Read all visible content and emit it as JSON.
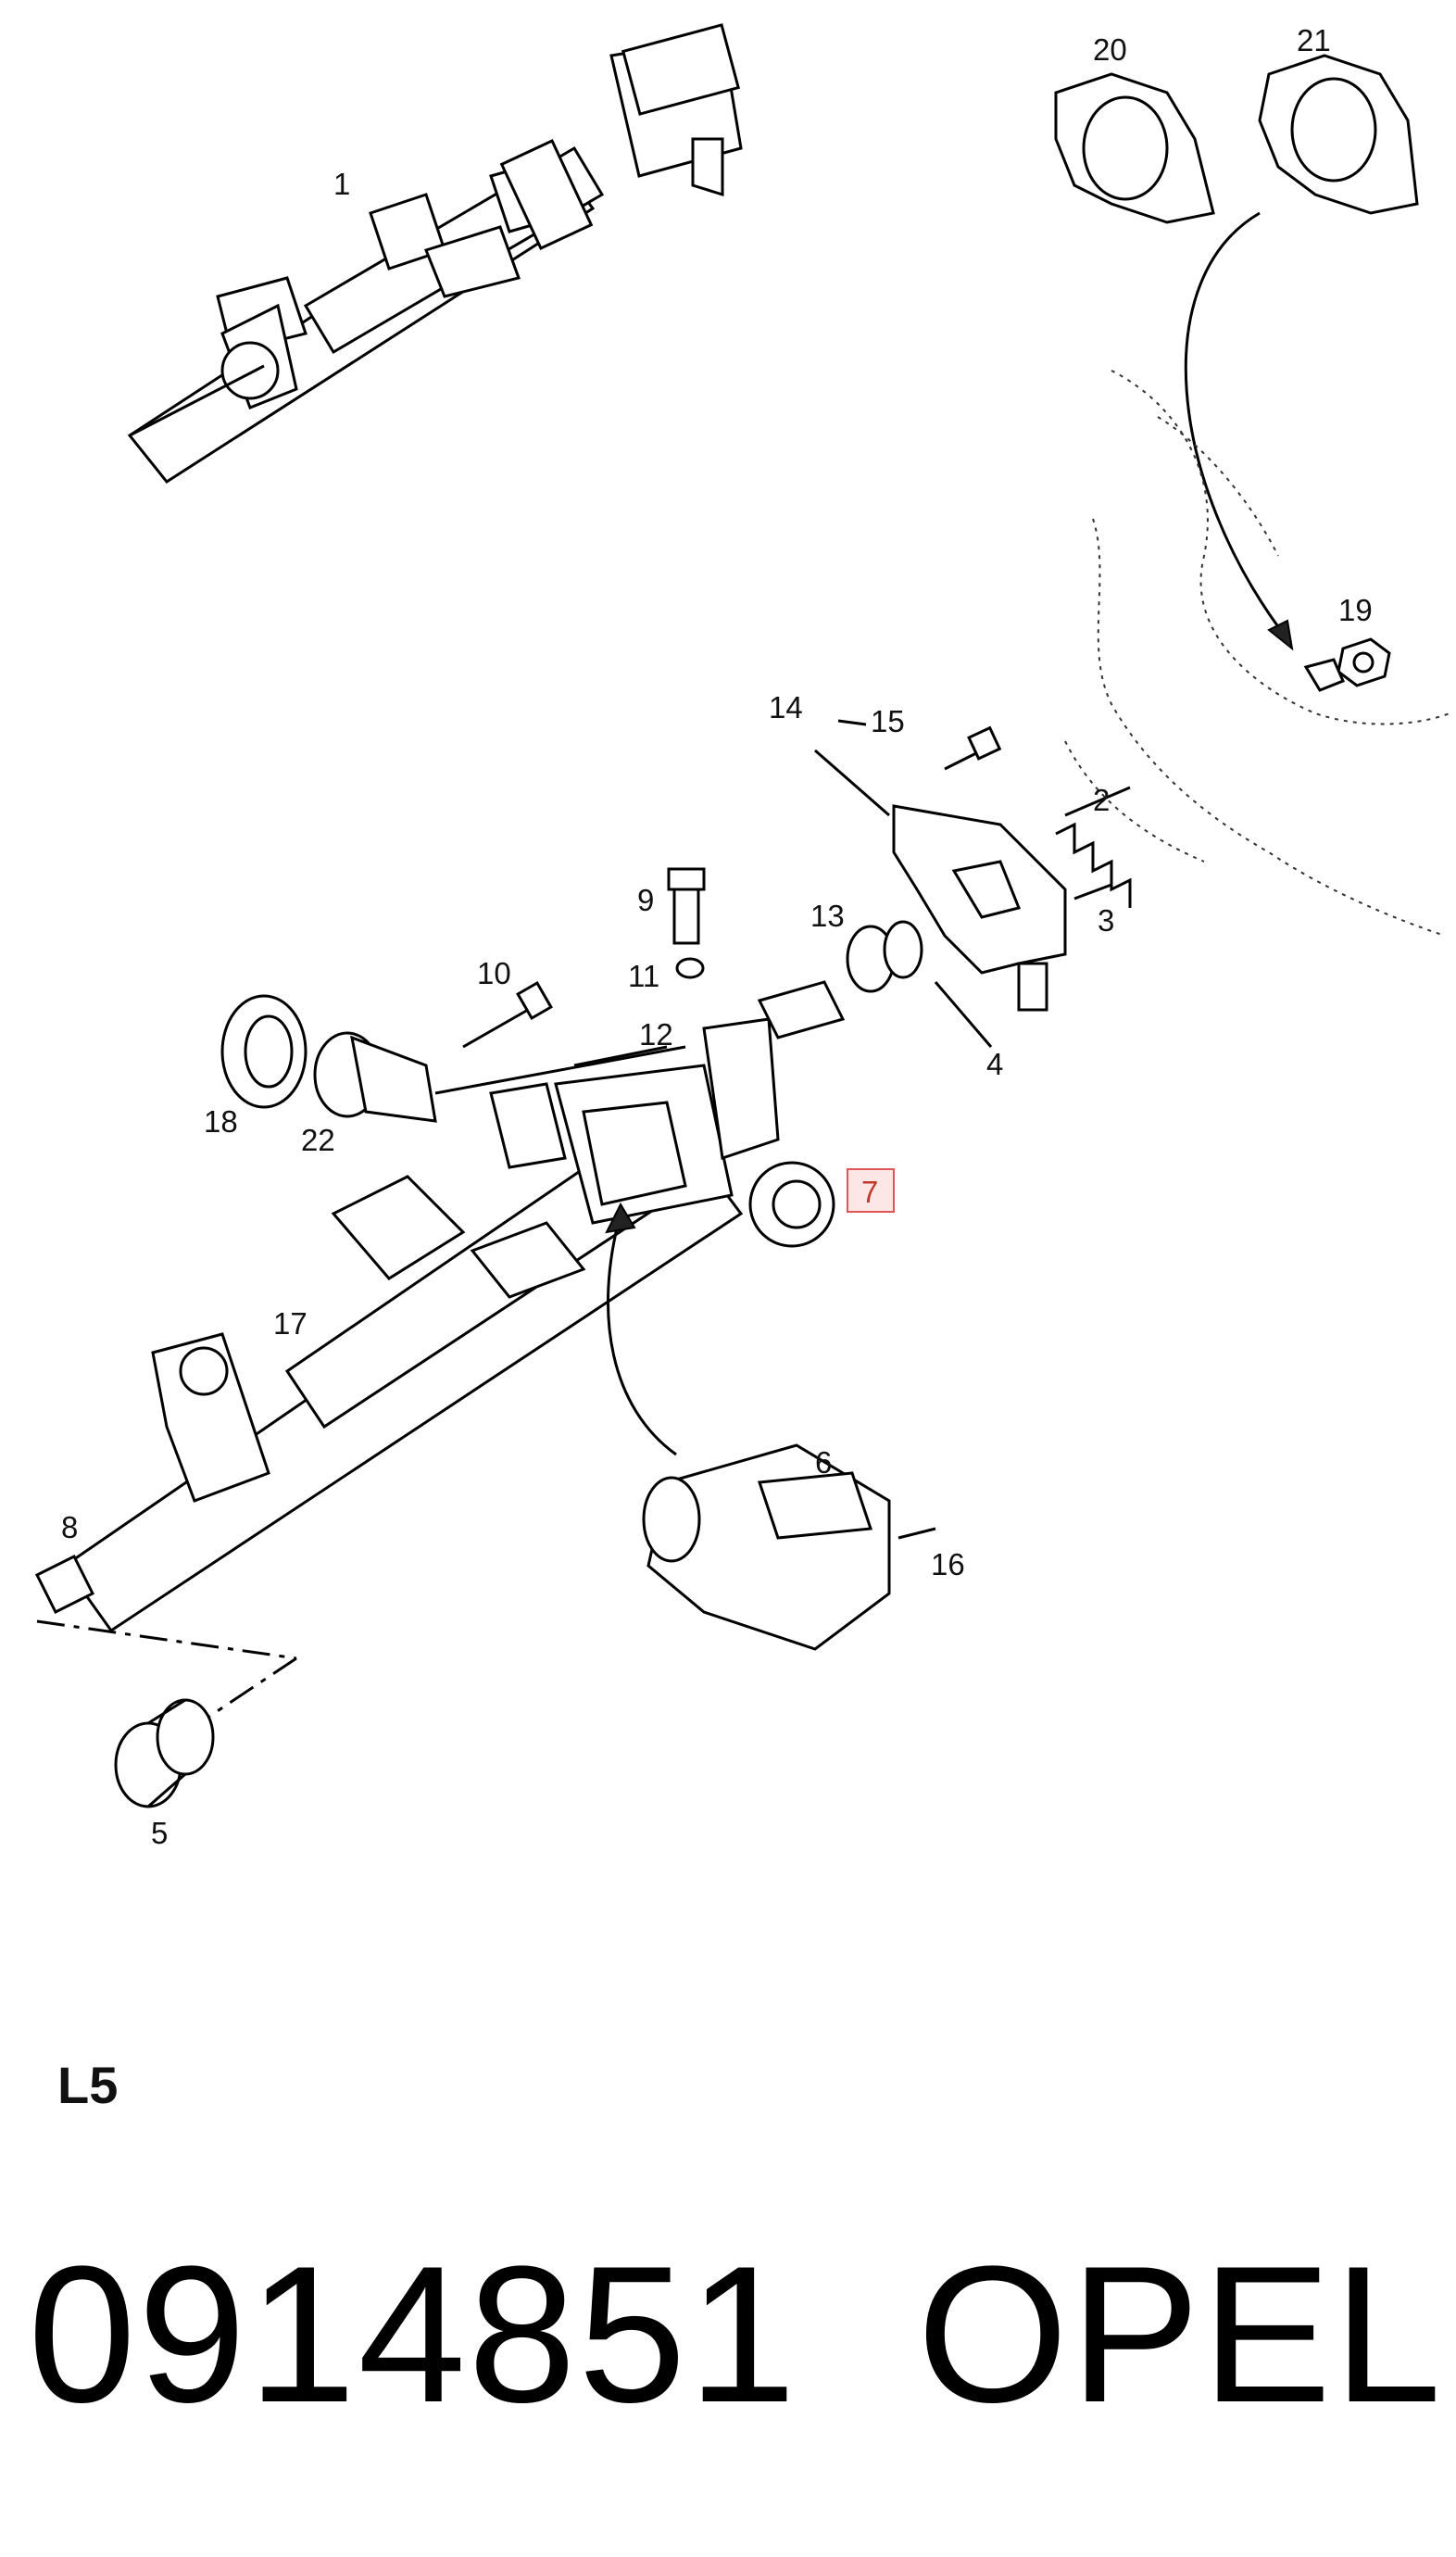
{
  "diagram": {
    "callouts": {
      "c1": "1",
      "c2": "2",
      "c3": "3",
      "c4": "4",
      "c5": "5",
      "c6": "6",
      "c7": "7",
      "c8": "8",
      "c9": "9",
      "c10": "10",
      "c11": "11",
      "c12": "12",
      "c13": "13",
      "c14": "14",
      "c15": "15",
      "c16": "16",
      "c17": "17",
      "c18": "18",
      "c19": "19",
      "c20": "20",
      "c21": "21",
      "c22": "22"
    },
    "highlighted_callout": "7",
    "highlight_color": "#e05555",
    "section_label": "L5",
    "part_number": "0914851",
    "brand": "OPEL"
  }
}
